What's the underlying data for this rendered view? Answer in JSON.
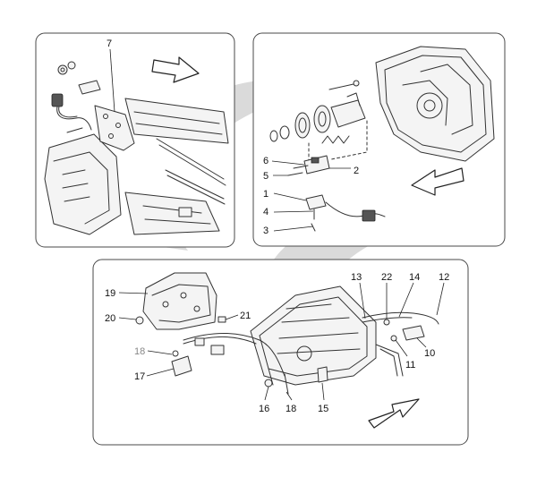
{
  "panels": [
    {
      "id": "top-left",
      "callouts": [
        {
          "label": "7",
          "muted": false
        }
      ]
    },
    {
      "id": "top-right",
      "callouts": [
        {
          "label": "6",
          "muted": false
        },
        {
          "label": "5",
          "muted": false
        },
        {
          "label": "2",
          "muted": false
        },
        {
          "label": "1",
          "muted": false
        },
        {
          "label": "4",
          "muted": false
        },
        {
          "label": "3",
          "muted": false
        }
      ]
    },
    {
      "id": "bottom",
      "callouts": [
        {
          "label": "19",
          "muted": false
        },
        {
          "label": "20",
          "muted": false
        },
        {
          "label": "21",
          "muted": false
        },
        {
          "label": "18",
          "muted": true
        },
        {
          "label": "17",
          "muted": false
        },
        {
          "label": "13",
          "muted": false
        },
        {
          "label": "22",
          "muted": false
        },
        {
          "label": "14",
          "muted": false
        },
        {
          "label": "12",
          "muted": false
        },
        {
          "label": "11",
          "muted": false
        },
        {
          "label": "10",
          "muted": false
        },
        {
          "label": "16",
          "muted": false
        },
        {
          "label": "18",
          "muted": false
        },
        {
          "label": "15",
          "muted": false
        }
      ]
    }
  ],
  "colors": {
    "swoosh": "#d4d4d4",
    "line": "#333333",
    "muted_label": "#888888"
  },
  "icons": {
    "direction": "block-arrow-icon"
  }
}
